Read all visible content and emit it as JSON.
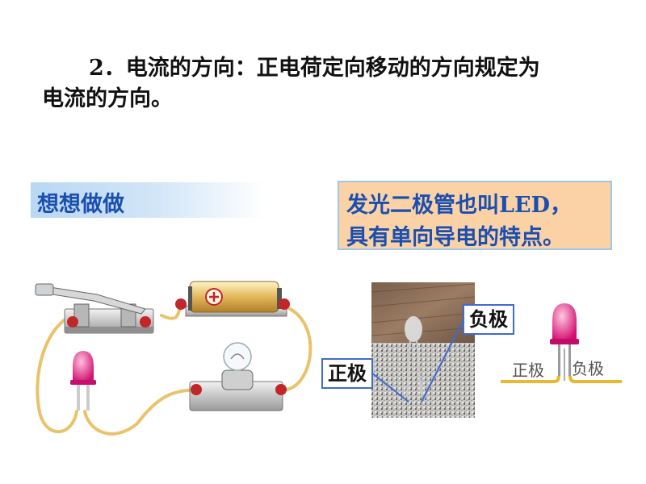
{
  "heading": {
    "line1": "2．电流的方向：正电荷定向移动的方向规定为",
    "line2": "电流的方向。"
  },
  "try_section": {
    "label": "想想做做"
  },
  "note": {
    "line1": "发光二极管也叫LED，",
    "line2": "具有单向导电的特点。"
  },
  "photo": {
    "negative_label": "负极",
    "positive_label": "正极"
  },
  "led_diagram": {
    "positive_label": "正极",
    "negative_label": "负极"
  },
  "colors": {
    "title_blue": "#1a4fb0",
    "note_bg": "#fbd2a6",
    "wire": "#e8c36a",
    "led_pink": "#e3157c"
  }
}
